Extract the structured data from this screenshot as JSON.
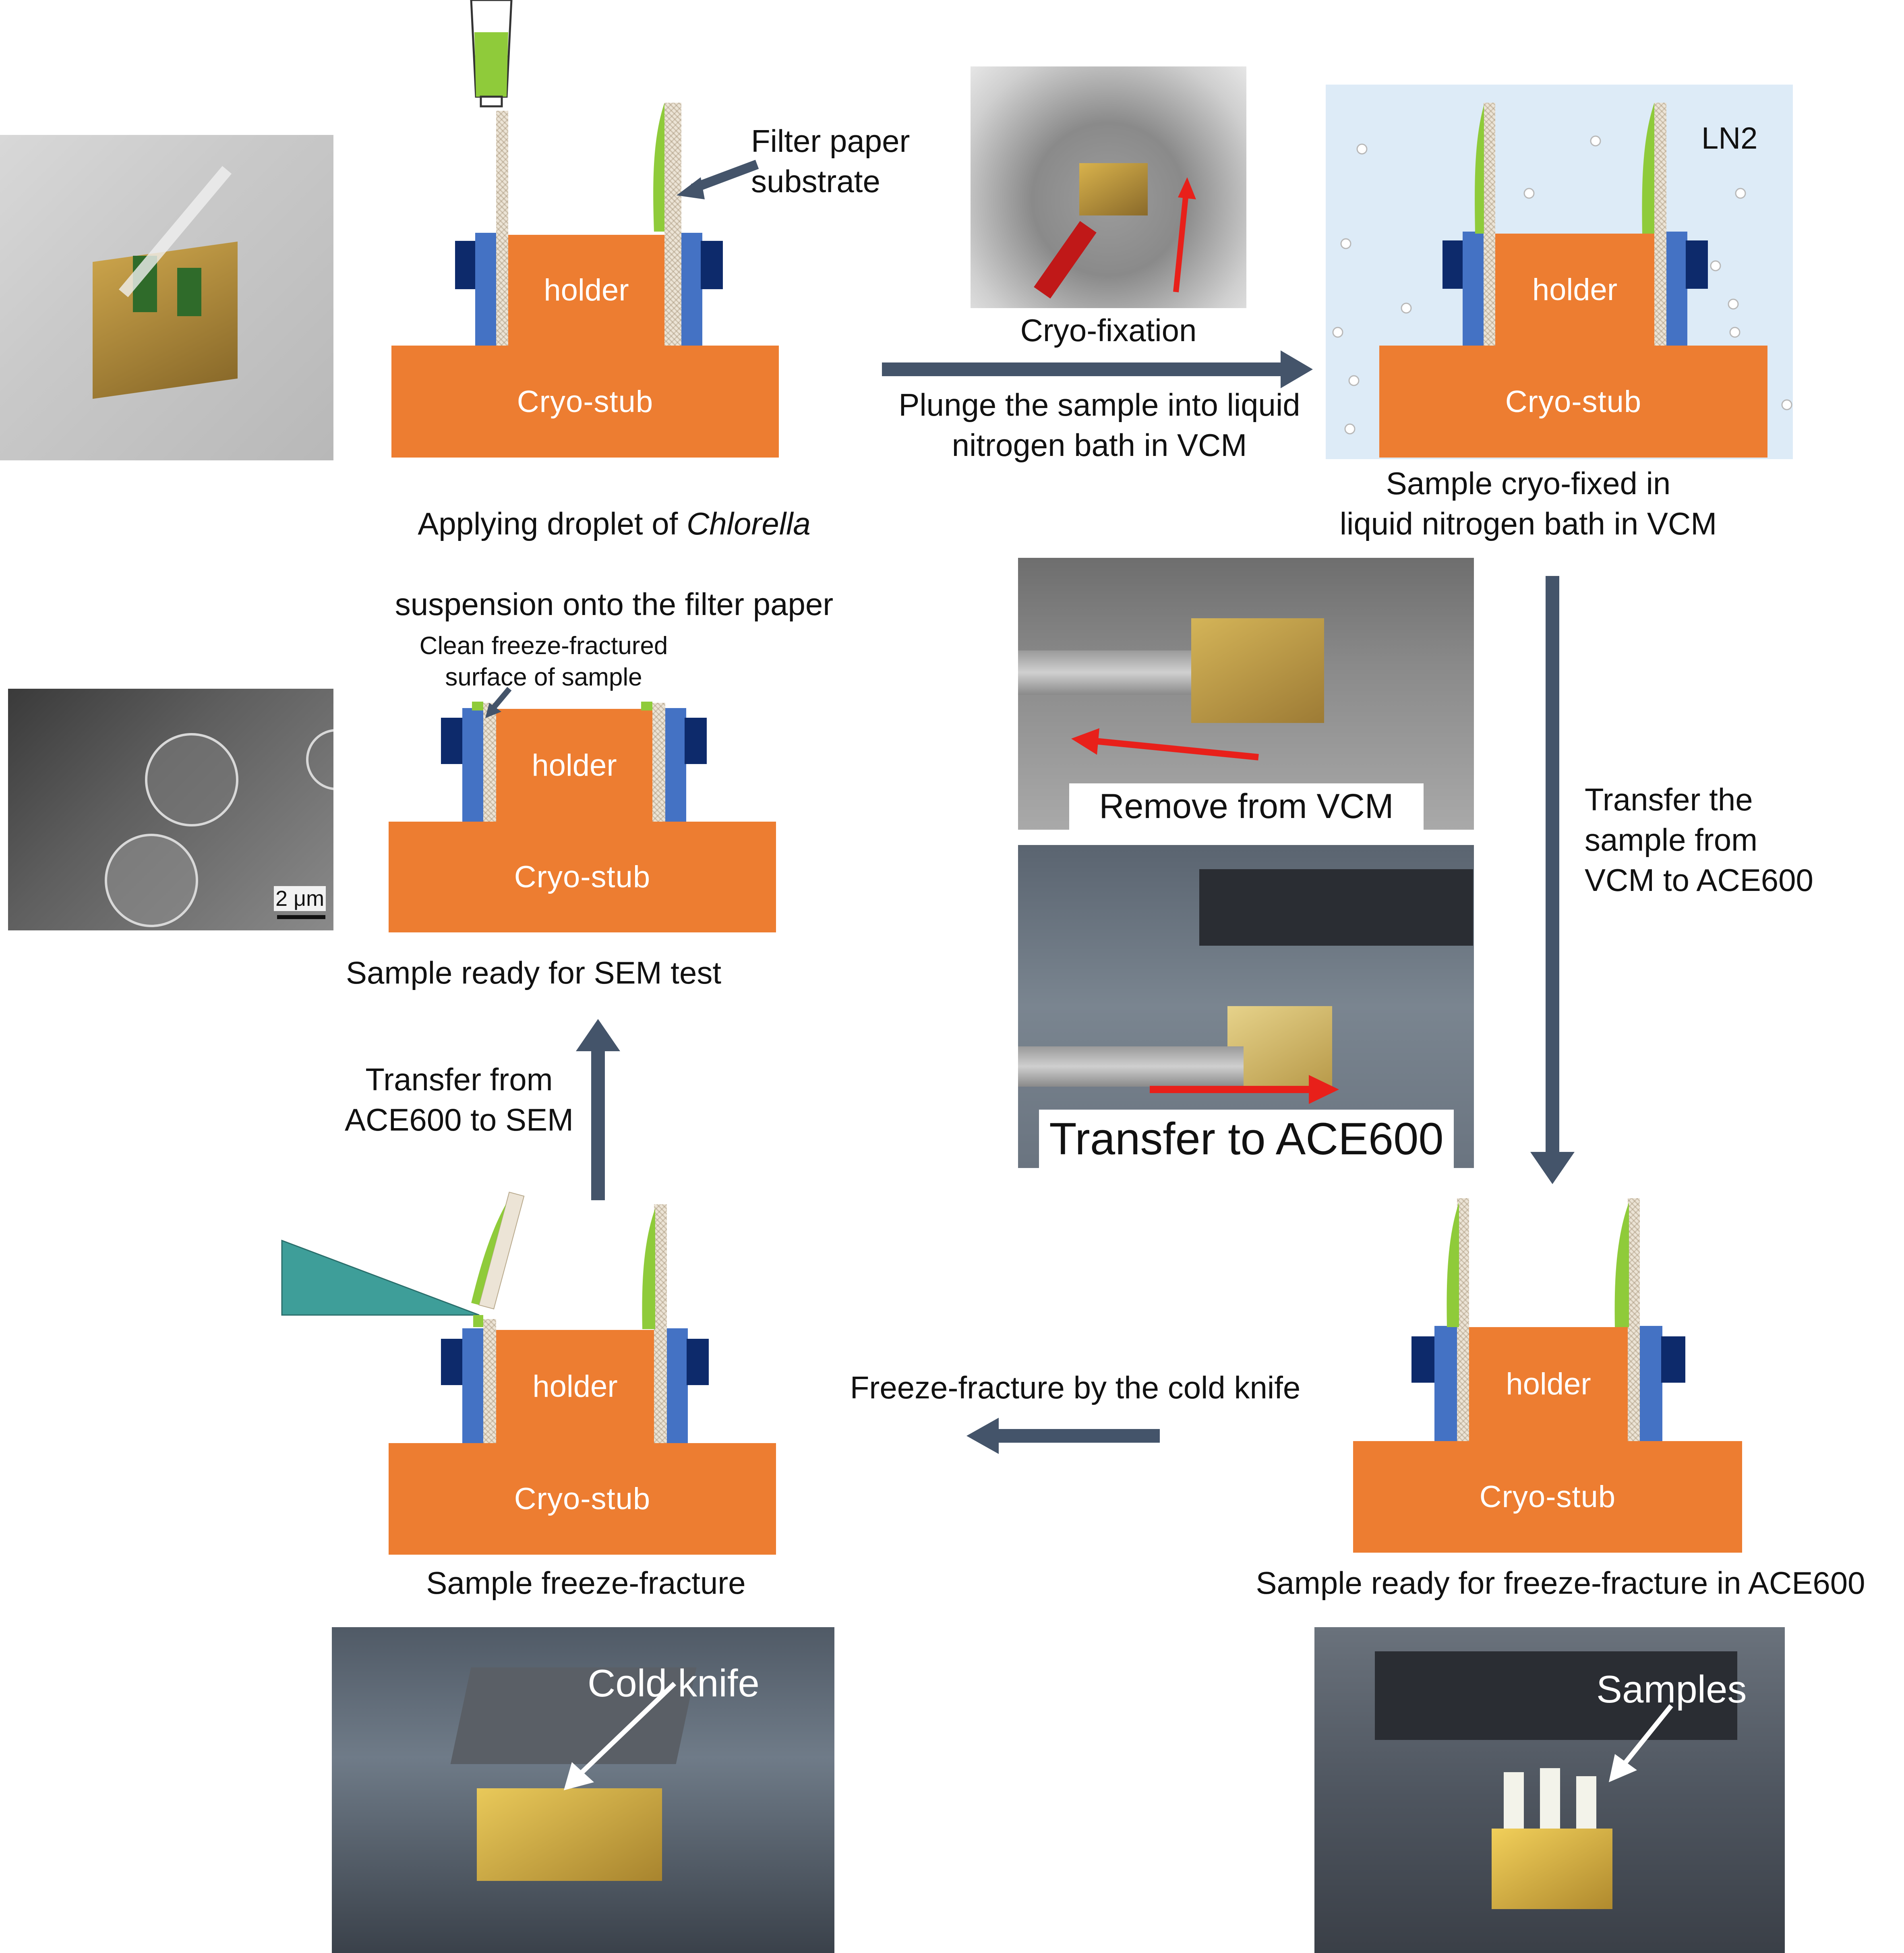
{
  "captions": {
    "step1_line1": "Applying droplet of ",
    "step1_italic": "Chlorella",
    "step1_line2": "suspension onto the filter paper",
    "step2": "Sample cryo-fixed in\nliquid nitrogen bath in VCM",
    "step3": "Sample ready for freeze-fracture in ACE600",
    "step4": "Sample freeze-fracture",
    "step5": "Sample ready for SEM test"
  },
  "arrows": {
    "plunge": "Plunge the sample into liquid\nnitrogen bath in VCM",
    "transfer_vcm_ace": "Transfer the\nsample from\nVCM to ACE600",
    "freeze_fracture": "Freeze-fracture by the cold knife",
    "transfer_ace_sem": "Transfer from\nACE600 to SEM"
  },
  "annotations": {
    "filter_paper": "Filter paper\nsubstrate",
    "cryo_fixation": "Cryo-fixation",
    "ln2": "LN2",
    "clean_surface": "Clean freeze-fractured\nsurface of sample",
    "scale_bar": "2 μm"
  },
  "photo_labels": {
    "remove": "Remove from VCM",
    "transfer": "Transfer to ACE600",
    "cold_knife": "Cold knife",
    "samples": "Samples"
  },
  "labels": {
    "holder": "holder",
    "cryo_stub": "Cryo-stub"
  },
  "colors": {
    "orange": "#ED7D31",
    "clamp_blue": "#4472C4",
    "clamp_dark": "#0D2A6B",
    "arrow": "#44546A",
    "leaf_green": "#8FCB3A",
    "knife_teal": "#3E9E99",
    "ln2_bath": "#DDEBF7",
    "red_arrow": "#E8201A"
  }
}
